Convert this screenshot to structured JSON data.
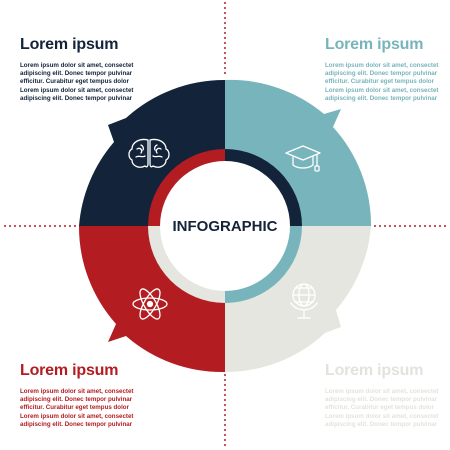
{
  "colors": {
    "navy": "#13233a",
    "teal": "#78b4bb",
    "red": "#b31d22",
    "light": "#e6e6e0",
    "dash_red": "#b31d22"
  },
  "center_label": "INFOGRAPHIC",
  "blocks": {
    "top_left": {
      "title": "Lorem ipsum",
      "body": "Lorem ipsum dolor sit amet, consectet\nadipiscing elit. Donec tempor pulvinar\nefficitur. Curabitur eget tempus dolor\nLorem ipsum dolor sit amet, consectet\nadipiscing elit. Donec tempor pulvinar"
    },
    "top_right": {
      "title": "Lorem ipsum",
      "body": "Lorem ipsum dolor sit amet, consectet\nadipiscing elit. Donec tempor pulvinar\nefficitur. Curabitur eget tempus dolor\nLorem ipsum dolor sit amet, consectet\nadipiscing elit. Donec tempor pulvinar"
    },
    "bottom_left": {
      "title": "Lorem ipsum",
      "body": "Lorem ipsum dolor sit amet, consectet\nadipiscing elit. Donec tempor pulvinar\nefficitur. Curabitur eget tempus dolor\nLorem ipsum dolor sit amet, consectet\nadipiscing elit. Donec tempor pulvinar"
    },
    "bottom_right": {
      "title": "Lorem ipsum",
      "body": "Lorem ipsum dolor sit amet, consectet\nadipiscing elit. Donec tempor pulvinar\nefficitur. Curabitur eget tempus dolor\nLorem ipsum dolor sit amet, consectet\nadipiscing elit. Donec tempor pulvinar"
    }
  },
  "icons": {
    "top_left": "brain-icon",
    "top_right": "graduation-cap-icon",
    "bottom_left": "atom-icon",
    "bottom_right": "globe-icon"
  }
}
